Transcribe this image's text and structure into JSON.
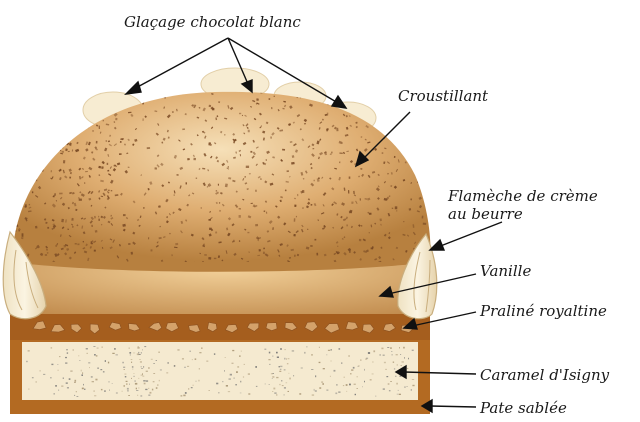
{
  "labels": {
    "glacage": "Glaçage chocolat blanc",
    "croustillant": "Croustillant",
    "flameche_line1": "Flamèche de crème",
    "flameche_line2": "au beurre",
    "vanille": "Vanille",
    "praline": "Praliné royaltine",
    "caramel": "Caramel d'Isigny",
    "pate": "Pate sablée"
  },
  "colors": {
    "dome_light": "#f2d5a6",
    "dome_dark": "#b7803f",
    "speckle": "#7a4a24",
    "pastry": "#b36a22",
    "caramel_fill": "#f5ead0",
    "royaltine": "#d4a26a",
    "glaze": "#f7ecd2",
    "cream": "#f4e8cc"
  }
}
